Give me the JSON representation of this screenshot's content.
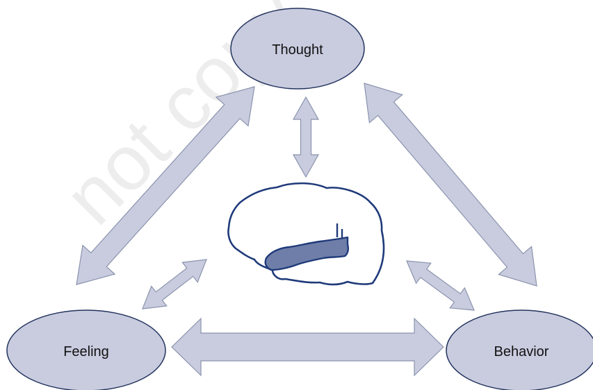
{
  "colors": {
    "node_fill": "#c9ccdf",
    "arrow_fill": "#c9ccdf",
    "brain_highlight": "#6f7ea8"
  },
  "nodes": {
    "thought": {
      "label": "Thought"
    },
    "feeling": {
      "label": "Feeling"
    },
    "behavior": {
      "label": "Behavior"
    }
  },
  "watermark": {
    "text": "not copy. P"
  }
}
